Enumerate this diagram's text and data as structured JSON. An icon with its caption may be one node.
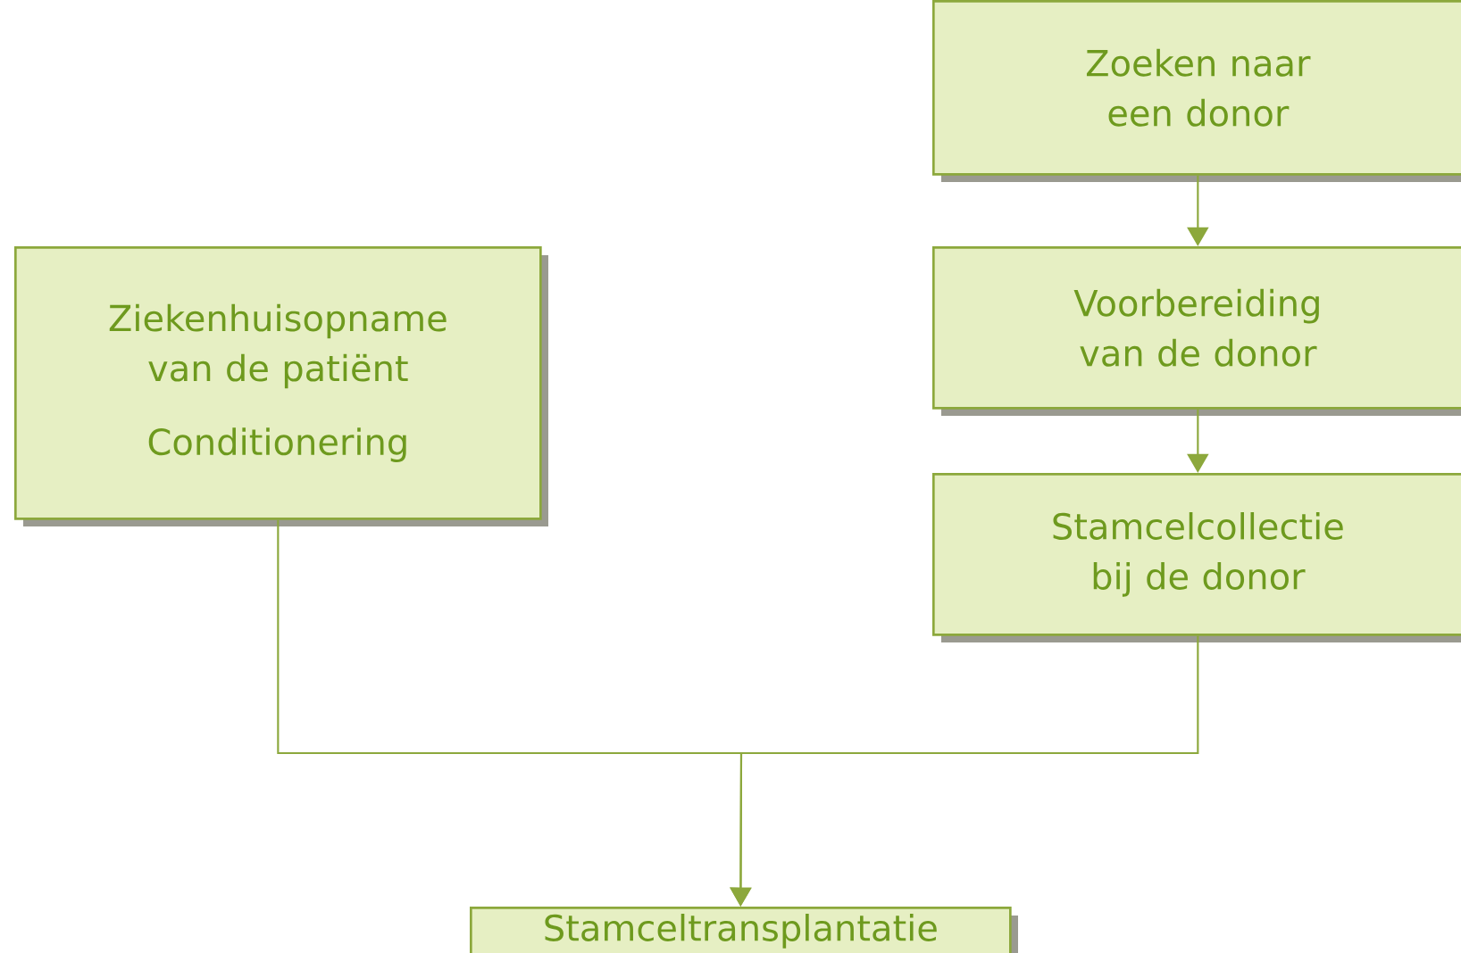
{
  "diagram": {
    "nodes": [
      {
        "text": [
          "Zoeken naar een donor"
        ]
      },
      {
        "text": [
          "Voorbereiding van de donor"
        ]
      },
      {
        "text": [
          "Stamcelcollectie bij de donor"
        ]
      },
      {
        "text": [
          "Ziekenhuisopname van de patiënt",
          "Conditionering"
        ]
      },
      {
        "text": [
          "Stamceltransplantatie"
        ]
      }
    ],
    "edges": [
      {
        "from": 0,
        "to": 1,
        "arrow": "to"
      },
      {
        "from": 1,
        "to": 2,
        "arrow": "to"
      },
      {
        "from": 3,
        "to": 4,
        "arrow": "to"
      },
      {
        "from": 2,
        "to": 4,
        "arrow": "to"
      }
    ]
  }
}
